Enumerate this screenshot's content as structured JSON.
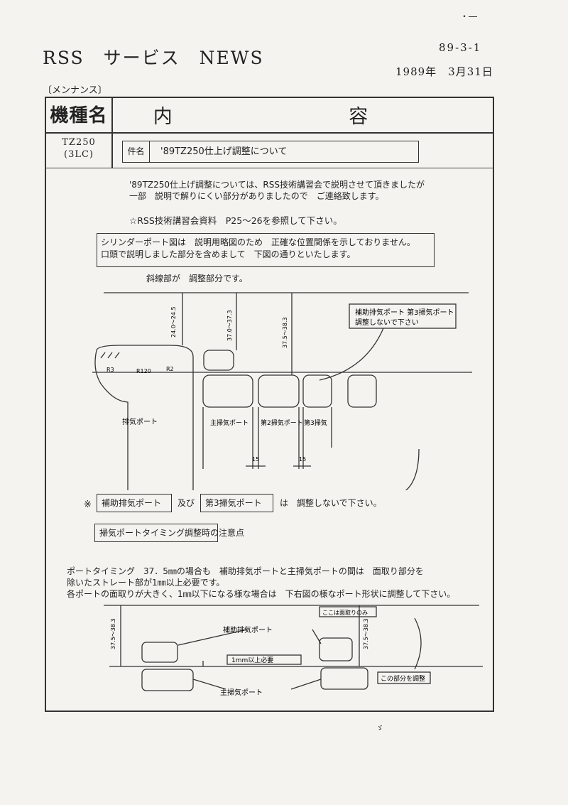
{
  "header": {
    "title": "RSS　サービス　NEWS",
    "doc_number": "89-3-1",
    "date": "1989年　3月31日",
    "category": "〔メンナンス〕"
  },
  "table": {
    "model_header": "機種名",
    "content_header": "内 容",
    "model_line1": "TZ250",
    "model_line2": "(3LC)",
    "subject_label": "件名",
    "subject": "'89TZ250仕上げ調整について"
  },
  "body": {
    "intro_line1": "'89TZ250仕上げ調整については、RSS技術講習会で説明させて頂きましたが",
    "intro_line2": "一部　説明で解りにくい部分がありましたので　ご連絡致します。",
    "reference": "☆RSS技術講習会資料　P25～26を参照して下さい。",
    "note_line1": "シリンダーポート図は　説明用略図のため　正確な位置関係を示しておりません。",
    "note_line2": "口頭で説明しました部分を含めまして　下図の通りといたします。",
    "hatched_note": "斜線部が　調整部分です。",
    "warning_mark": "※",
    "warning_box1": "補助排気ポート",
    "warning_and": "及び",
    "warning_box2": "第3掃気ポート",
    "warning_wa": "は",
    "warning_tail": "調整しないで下さい。",
    "section_title": "掃気ポートタイミング調整時の注意点",
    "para_line1": "ポートタイミング　37．5㎜の場合も　補助排気ポートと主掃気ポートの間は　面取り部分を",
    "para_line2": "除いたストレート部が1㎜以上必要です。",
    "para_line3": "各ポートの面取りが大きく、1㎜以下になる様な場合は　下右図の様なポート形状に調整して下さい。"
  },
  "diagram1": {
    "callout_line1": "補助排気ポート 第3掃気ポート",
    "callout_line2": "調整しないで下さい",
    "dim1": "24.0～24.5",
    "dim2": "37.0～37.3",
    "dim3": "37.5～38.3",
    "exhaust_label": "排気ポート",
    "main_scav_label": "主掃気ポート",
    "second_scav_label": "第2掃気ポート",
    "third_scav_label": "第3掃気",
    "r1": "R3",
    "r2": "R120",
    "r3": "R2",
    "w1": "15",
    "w2": "15"
  },
  "diagram2": {
    "aux_label": "補助排気ポート",
    "main_label": "主掃気ポート",
    "gap_label": "1mm以上必要",
    "chamfer_note": "ここは面取りのみ",
    "adjust_label": "この部分を調整",
    "dim_left": "37.5～38.3",
    "dim_right": "37.5～38.3"
  },
  "marks": {
    "top_right": "・―",
    "bottom": "ゞ"
  }
}
